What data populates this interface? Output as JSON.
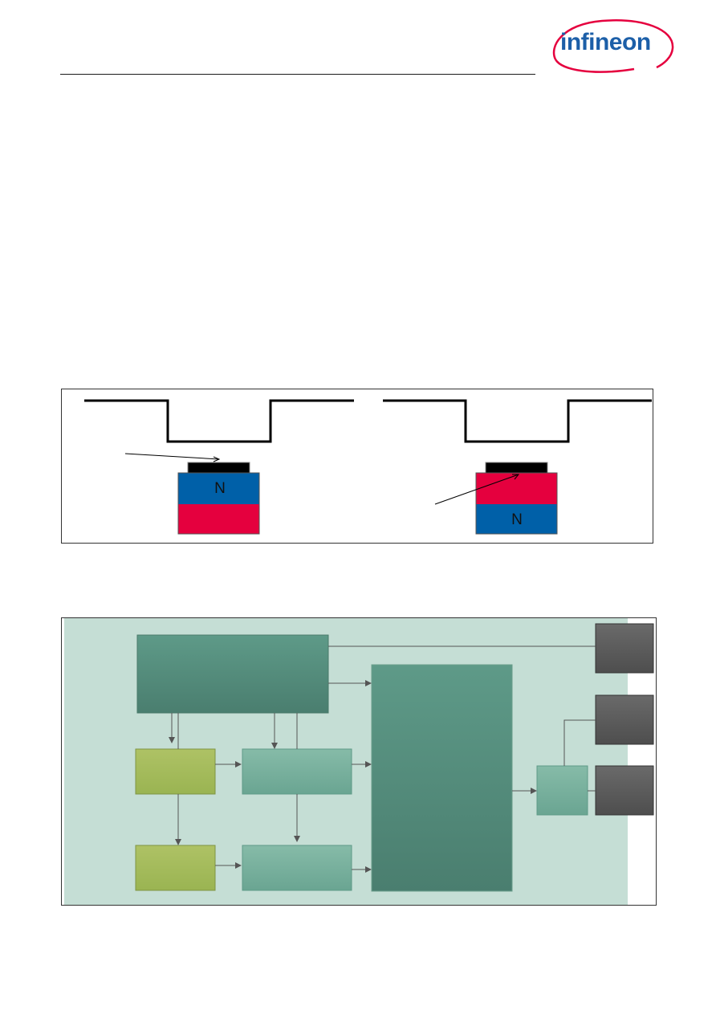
{
  "header": {
    "logo_text": "infineon"
  },
  "figure_top": {
    "left_magnet": {
      "top_pole": "N"
    },
    "right_magnet": {
      "bottom_pole": "N"
    },
    "colors": {
      "north": "#0060a8",
      "south": "#e5003e",
      "sensor": "#000000"
    }
  },
  "figure_bottom": {
    "colors": {
      "background": "#c5ded5",
      "dark_block": "#52897a",
      "mid_block": "#7ab3a0",
      "yellow_block": "#a5bc5b",
      "pin_block": "#5f5f5f"
    }
  }
}
